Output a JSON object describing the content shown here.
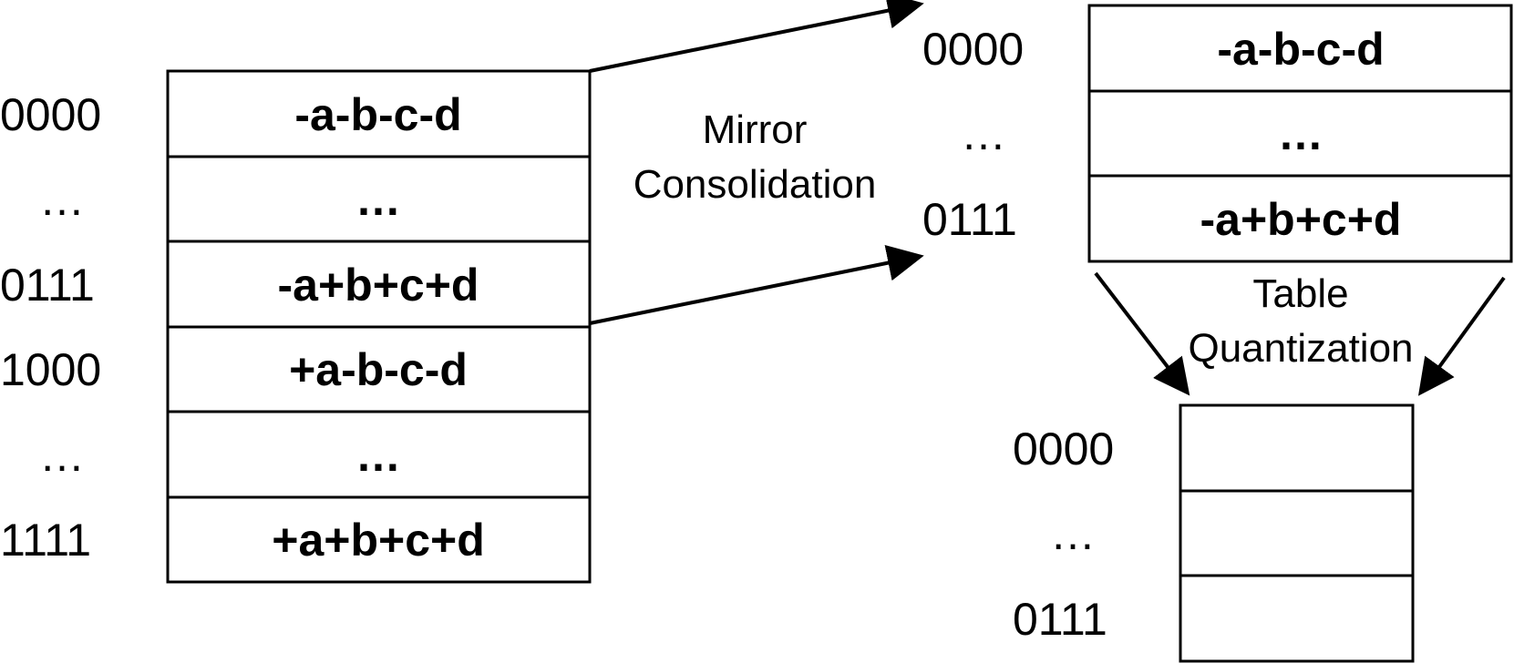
{
  "full_table": {
    "rows": [
      {
        "index": "0000",
        "entry": "-a-b-c-d"
      },
      {
        "index": "…",
        "entry": "…"
      },
      {
        "index": "0111",
        "entry": "-a+b+c+d"
      },
      {
        "index": "1000",
        "entry": "+a-b-c-d"
      },
      {
        "index": "…",
        "entry": "…"
      },
      {
        "index": "1111",
        "entry": "+a+b+c+d"
      }
    ]
  },
  "mirror_table": {
    "rows": [
      {
        "index": "0000",
        "entry": "-a-b-c-d"
      },
      {
        "index": "…",
        "entry": "…"
      },
      {
        "index": "0111",
        "entry": "-a+b+c+d"
      }
    ]
  },
  "quantized_table": {
    "rows": [
      {
        "index": "0000",
        "entry": ""
      },
      {
        "index": "…",
        "entry": ""
      },
      {
        "index": "0111",
        "entry": ""
      }
    ]
  },
  "labels": {
    "mirror_line1": "Mirror",
    "mirror_line2": "Consolidation",
    "quant_line1": "Table",
    "quant_line2": "Quantization"
  }
}
